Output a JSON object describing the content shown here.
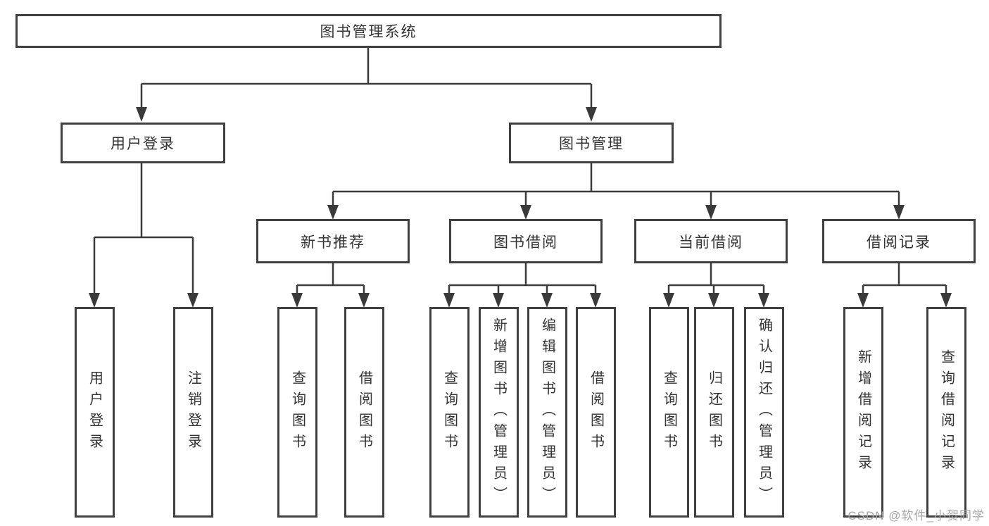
{
  "tree": {
    "label": "图书管理系统",
    "children": [
      {
        "label": "用户登录",
        "children": [
          {
            "label": "用户登录"
          },
          {
            "label": "注销登录"
          }
        ]
      },
      {
        "label": "图书管理",
        "children": [
          {
            "label": "新书推荐",
            "children": [
              {
                "label": "查询图书"
              },
              {
                "label": "借阅图书"
              }
            ]
          },
          {
            "label": "图书借阅",
            "children": [
              {
                "label": "查询图书"
              },
              {
                "label": "新增图书（管理员）"
              },
              {
                "label": "编辑图书（管理员）"
              },
              {
                "label": "借阅图书"
              }
            ]
          },
          {
            "label": "当前借阅",
            "children": [
              {
                "label": "查询图书"
              },
              {
                "label": "归还图书"
              },
              {
                "label": "确认归还（管理员）"
              }
            ]
          },
          {
            "label": "借阅记录",
            "children": [
              {
                "label": "新增借阅记录"
              },
              {
                "label": "查询借阅记录"
              }
            ]
          }
        ]
      }
    ]
  },
  "watermark": "CSDN @软件_小贺同学",
  "colors": {
    "line": "#3a3a3a",
    "border": "#404040",
    "text": "#333333",
    "watermark": "#a6a6a6",
    "background": "#ffffff"
  }
}
